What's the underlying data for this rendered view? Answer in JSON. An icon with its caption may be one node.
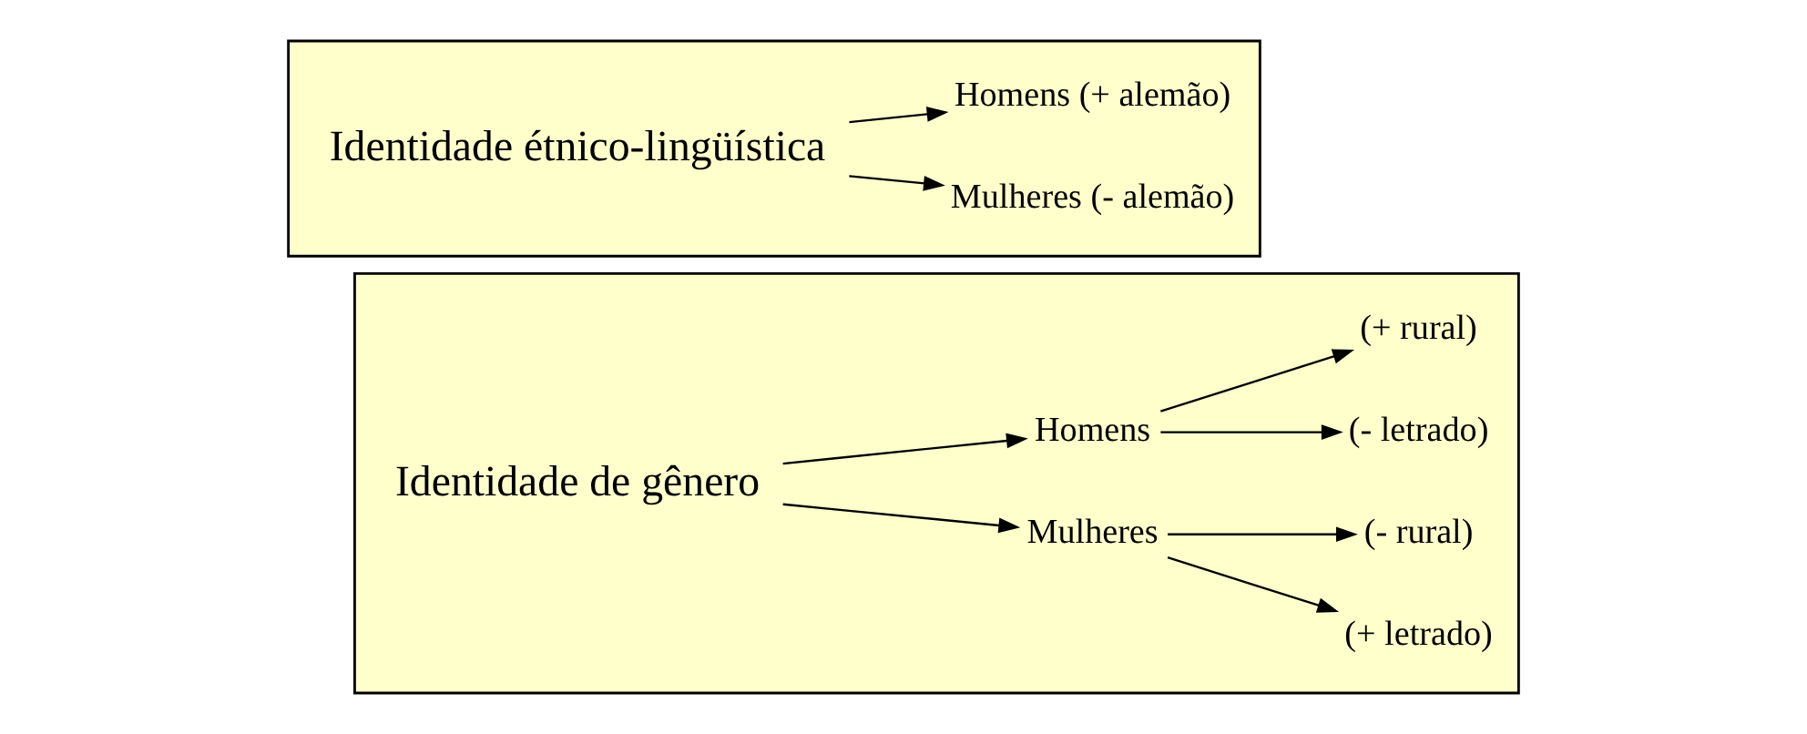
{
  "diagram": {
    "nodes": [
      {
        "text": [],
        "shape": "box"
      },
      {
        "text": [
          "Identidade de gênero"
        ],
        "in": 0
      },
      {
        "text": [
          "Mulheres"
        ],
        "in": 0
      },
      {
        "text": [
          "Homens"
        ],
        "in": 0
      },
      {
        "text": [
          "(+ letrado)"
        ],
        "in": 0
      },
      {
        "text": [
          "(- rural)"
        ],
        "in": 0
      },
      {
        "text": [
          "(- letrado)"
        ],
        "in": 0
      },
      {
        "text": [
          "(+ rural)"
        ],
        "in": 0
      },
      {
        "text": [],
        "shape": "box"
      },
      {
        "text": [
          "Identidade étnico-lingüística"
        ],
        "in": 8
      },
      {
        "text": [
          "Mulheres (- alemão)"
        ],
        "in": 8
      },
      {
        "text": [
          "Homens (+ alemão)"
        ],
        "in": 8
      }
    ],
    "edges": [
      {
        "from": 1,
        "to": 2,
        "arrow": "to"
      },
      {
        "from": 1,
        "to": 3,
        "arrow": "to"
      },
      {
        "from": 2,
        "to": 4,
        "arrow": "to"
      },
      {
        "from": 2,
        "to": 5,
        "arrow": "to"
      },
      {
        "from": 3,
        "to": 6,
        "arrow": "to"
      },
      {
        "from": 3,
        "to": 7,
        "arrow": "to"
      },
      {
        "from": 9,
        "to": 10,
        "arrow": "to"
      },
      {
        "from": 9,
        "to": 11,
        "arrow": "to"
      }
    ]
  }
}
